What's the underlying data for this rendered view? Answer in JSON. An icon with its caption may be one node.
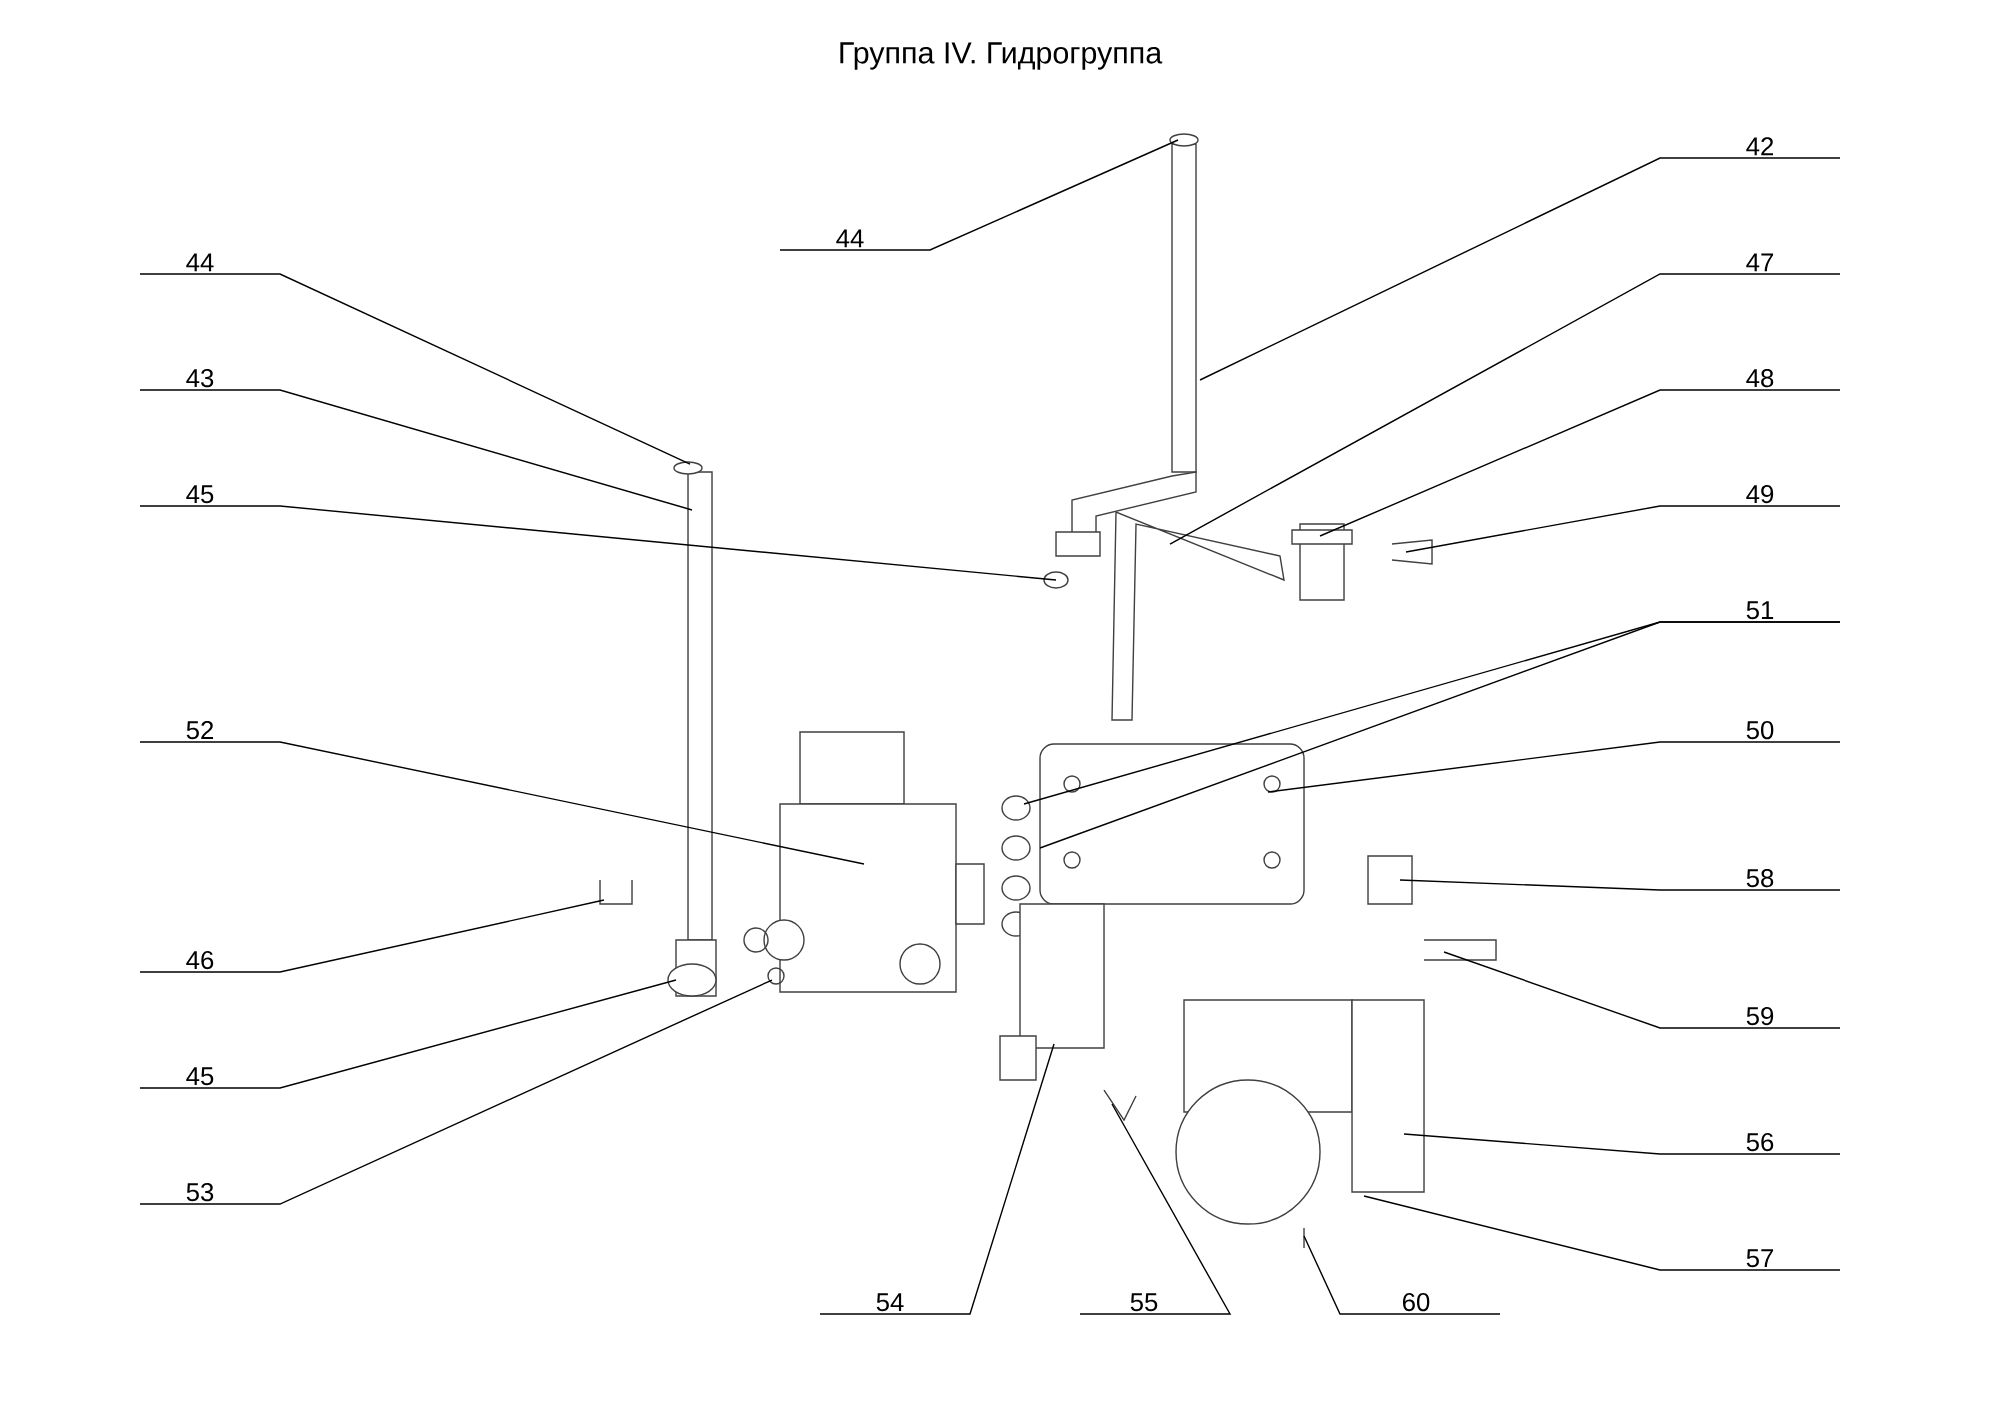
{
  "diagram": {
    "title": "Группа IV. Гидрогруппа",
    "nodes": [
      {
        "text": [
          "42"
        ]
      },
      {
        "text": [
          "44"
        ]
      },
      {
        "text": [
          "44"
        ]
      },
      {
        "text": [
          "47"
        ]
      },
      {
        "text": [
          "43"
        ]
      },
      {
        "text": [
          "48"
        ]
      },
      {
        "text": [
          "45"
        ]
      },
      {
        "text": [
          "49"
        ]
      },
      {
        "text": [
          "51"
        ]
      },
      {
        "text": [
          "52"
        ]
      },
      {
        "text": [
          "50"
        ]
      },
      {
        "text": [
          "58"
        ]
      },
      {
        "text": [
          "46"
        ]
      },
      {
        "text": [
          "59"
        ]
      },
      {
        "text": [
          "45"
        ]
      },
      {
        "text": [
          "56"
        ]
      },
      {
        "text": [
          "53"
        ]
      },
      {
        "text": [
          "57"
        ]
      },
      {
        "text": [
          "54"
        ]
      },
      {
        "text": [
          "55"
        ]
      },
      {
        "text": [
          "60"
        ]
      }
    ],
    "edges": [
      {
        "from": 0,
        "to": null,
        "arrow": "none"
      },
      {
        "from": 1,
        "to": null,
        "arrow": "none"
      },
      {
        "from": 2,
        "to": null,
        "arrow": "none"
      },
      {
        "from": 3,
        "to": null,
        "arrow": "none"
      },
      {
        "from": 4,
        "to": null,
        "arrow": "none"
      },
      {
        "from": 5,
        "to": null,
        "arrow": "none"
      },
      {
        "from": 6,
        "to": null,
        "arrow": "none"
      },
      {
        "from": 7,
        "to": null,
        "arrow": "none"
      },
      {
        "from": 8,
        "to": null,
        "arrow": "none"
      },
      {
        "from": 8,
        "to": null,
        "arrow": "none"
      },
      {
        "from": 9,
        "to": null,
        "arrow": "none"
      },
      {
        "from": 10,
        "to": null,
        "arrow": "none"
      },
      {
        "from": 11,
        "to": null,
        "arrow": "none"
      },
      {
        "from": 12,
        "to": null,
        "arrow": "none"
      },
      {
        "from": 13,
        "to": null,
        "arrow": "none"
      },
      {
        "from": 14,
        "to": null,
        "arrow": "none"
      },
      {
        "from": 15,
        "to": null,
        "arrow": "none"
      },
      {
        "from": 16,
        "to": null,
        "arrow": "none"
      },
      {
        "from": 17,
        "to": null,
        "arrow": "none"
      },
      {
        "from": 18,
        "to": null,
        "arrow": "none"
      },
      {
        "from": 19,
        "to": null,
        "arrow": "none"
      },
      {
        "from": 20,
        "to": null,
        "arrow": "none"
      }
    ]
  }
}
